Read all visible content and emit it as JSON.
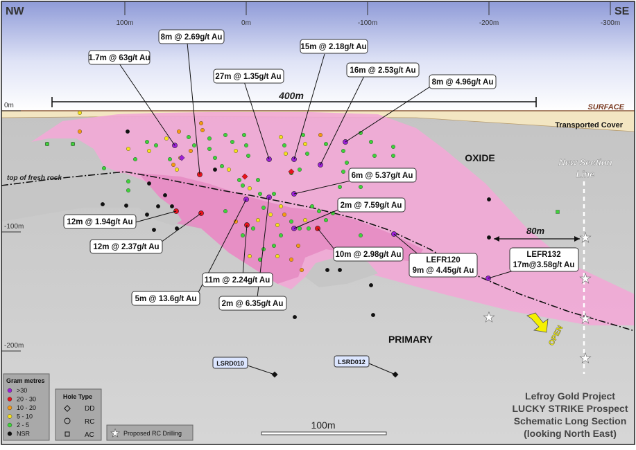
{
  "compass": {
    "left": "NW",
    "right": "SE"
  },
  "top_axis": {
    "ticks": [
      "100m",
      "0m",
      "-100m",
      "-200m",
      "-300m"
    ]
  },
  "left_axis": {
    "ticks": [
      "0m",
      "-100m",
      "-200m"
    ]
  },
  "scale_400": "400m",
  "surface_label": "SURFACE",
  "cover_label": "Transported Cover",
  "fresh_rock_label": "top of fresh rock",
  "oxide_label": "OXIDE",
  "primary_label": "PRIMARY",
  "new_section": {
    "line1": "New Section",
    "line2": "Line"
  },
  "dist_80": "80m",
  "open_label": "OPEN",
  "scale_bar": "100m",
  "intercepts": [
    {
      "text": "8m @ 2.69g/t Au"
    },
    {
      "text": "1.7m @ 63g/t Au"
    },
    {
      "text": "15m @ 2.18g/t Au"
    },
    {
      "text": "27m @ 1.35g/t Au"
    },
    {
      "text": "16m @ 2.53g/t Au"
    },
    {
      "text": "8m @ 4.96g/t Au"
    },
    {
      "text": "6m @ 5.37g/t Au"
    },
    {
      "text": "2m @ 7.59g/t Au"
    },
    {
      "text": "12m @ 1.94g/t Au"
    },
    {
      "text": "12m @ 2.37g/t Au"
    },
    {
      "text": "10m @ 2.98g/t Au"
    },
    {
      "text": "11m @ 2.24g/t Au"
    },
    {
      "text": "5m @ 13.6g/t Au"
    },
    {
      "text": "2m @ 6.35g/t Au"
    }
  ],
  "lefr120": {
    "line1": "LEFR120",
    "line2": "9m @ 4.45g/t Au"
  },
  "lefr132": {
    "line1": "LEFR132",
    "line2": "17m@3.58g/t Au"
  },
  "holes": {
    "lsrd010": "LSRD010",
    "lsrd012": "LSRD012"
  },
  "legend_gram": {
    "title": "Gram metres",
    "items": [
      {
        "label": ">30",
        "color": "#9b1fd6"
      },
      {
        "label": "20 - 30",
        "color": "#e8121b"
      },
      {
        "label": "10 - 20",
        "color": "#f59a12"
      },
      {
        "label": "5 - 10",
        "color": "#f7e21b"
      },
      {
        "label": "2 - 5",
        "color": "#3fd23a"
      },
      {
        "label": "NSR",
        "color": "#111111"
      }
    ]
  },
  "legend_hole": {
    "title": "Hole Type",
    "items": [
      {
        "label": "DD"
      },
      {
        "label": "RC"
      },
      {
        "label": "AC"
      }
    ]
  },
  "proposed_label": "Proposed RC Drilling",
  "title_block": {
    "line1": "Lefroy Gold Project",
    "line2": "LUCKY STRIKE Prospect",
    "line3": "Schematic Long Section",
    "line4": "(looking North East)"
  },
  "colors": {
    "oxide_zone": "#f2a9d6",
    "cover": "#f3e6c2",
    "ground": "#c6c6c6",
    "sky_top": "#9aa6dc",
    "label_blue": "#dce6ff"
  }
}
